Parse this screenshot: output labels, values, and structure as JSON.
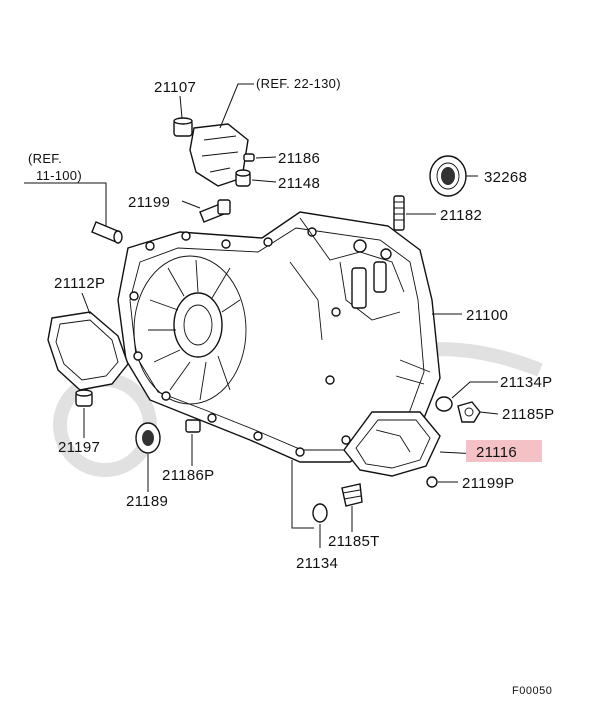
{
  "figure_code": "F00050",
  "highlight_color": "#f4c2c6",
  "references": [
    {
      "id": "ref-22-130",
      "text": "(REF. 22-130)"
    },
    {
      "id": "ref-11-100-a",
      "text": "(REF."
    },
    {
      "id": "ref-11-100-b",
      "text": "11-100)"
    }
  ],
  "parts": [
    {
      "number": "21107"
    },
    {
      "number": "21186"
    },
    {
      "number": "21148"
    },
    {
      "number": "21199"
    },
    {
      "number": "32268"
    },
    {
      "number": "21182"
    },
    {
      "number": "21112P"
    },
    {
      "number": "21100"
    },
    {
      "number": "21134P"
    },
    {
      "number": "21185P"
    },
    {
      "number": "21116",
      "highlighted": true
    },
    {
      "number": "21199P"
    },
    {
      "number": "21197"
    },
    {
      "number": "21189"
    },
    {
      "number": "21186P"
    },
    {
      "number": "21185T"
    },
    {
      "number": "21134"
    }
  ]
}
